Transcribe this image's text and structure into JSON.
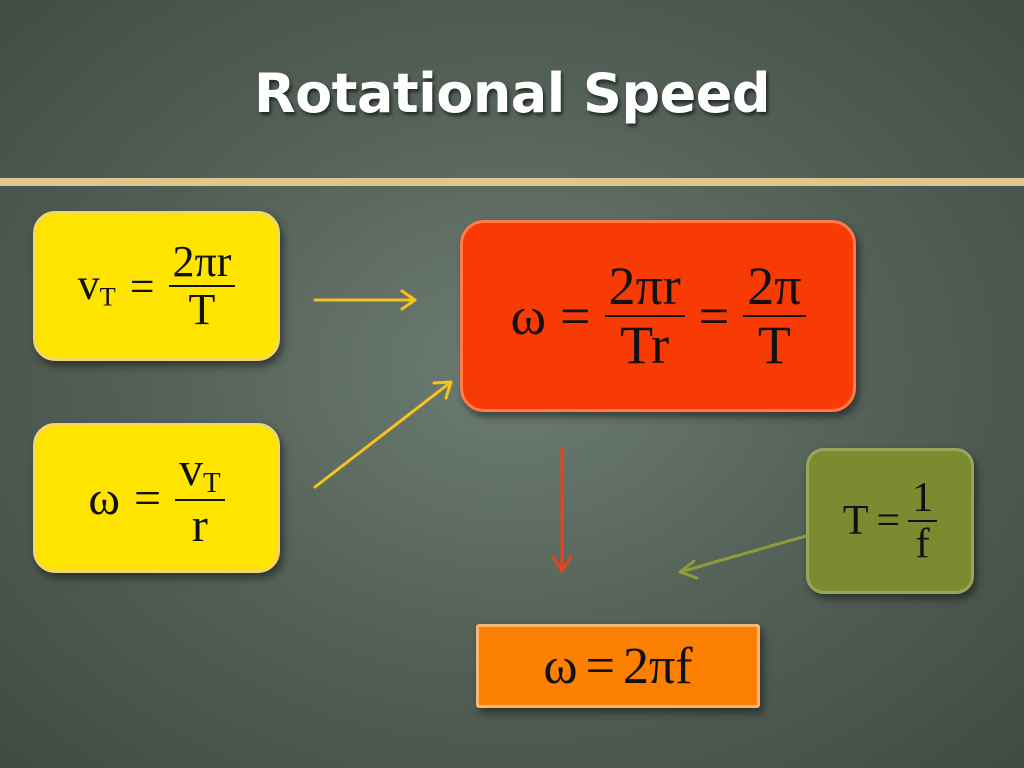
{
  "slide": {
    "title": "Rotational Speed"
  },
  "formulas": {
    "tangential": {
      "lhs": "v",
      "lhs_sub": "T",
      "eq": "=",
      "num": "2πr",
      "den": "T"
    },
    "omega_v": {
      "lhs": "ω",
      "eq": "=",
      "num": "v",
      "num_sub": "T",
      "den": "r"
    },
    "omega_main": {
      "lhs": "ω",
      "eq1": "=",
      "num1": "2πr",
      "den1": "Tr",
      "eq2": "=",
      "num2": "2π",
      "den2": "T"
    },
    "period": {
      "lhs": "T",
      "eq": "=",
      "num": "1",
      "den": "f"
    },
    "result": {
      "lhs": "ω",
      "eq": "=",
      "rhs": "2πf"
    }
  },
  "colors": {
    "yellow_box": "#ffe400",
    "red_box": "#f83a04",
    "olive_box": "#7c8a30",
    "orange_box": "#fb7f00",
    "arrow_yellow": "#f7c21c",
    "arrow_red": "#e8421e",
    "arrow_olive": "#8f9a3c",
    "title_rule": "#dcc88e"
  }
}
